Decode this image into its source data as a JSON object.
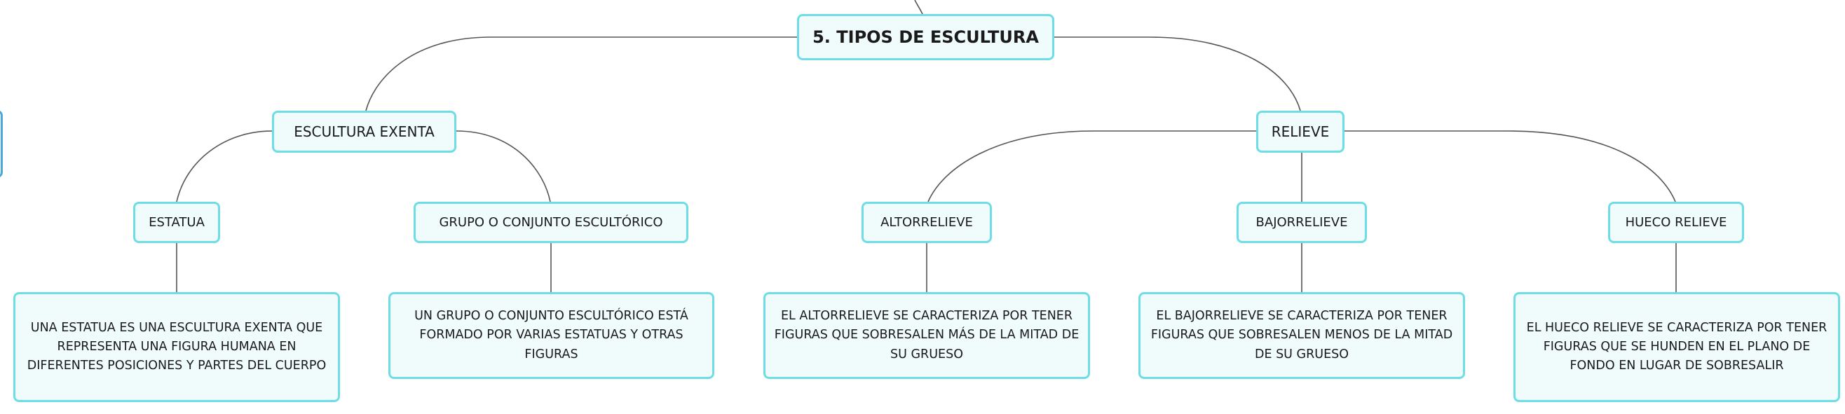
{
  "mindmap": {
    "root": {
      "label": "5. TIPOS DE ESCULTURA"
    },
    "branches": [
      {
        "label": "ESCULTURA EXENTA",
        "children": [
          {
            "label": "ESTATUA",
            "description": "UNA ESTATUA ES UNA ESCULTURA EXENTA QUE REPRESENTA UNA FIGURA HUMANA EN DIFERENTES POSICIONES Y PARTES DEL CUERPO"
          },
          {
            "label": "GRUPO O CONJUNTO ESCULTÓRICO",
            "description": "UN GRUPO O CONJUNTO ESCULTÓRICO ESTÁ FORMADO POR VARIAS ESTATUAS Y OTRAS FIGURAS"
          }
        ]
      },
      {
        "label": "RELIEVE",
        "children": [
          {
            "label": "ALTORRELIEVE",
            "description": "EL ALTORRELIEVE SE CARACTERIZA POR TENER FIGURAS QUE SOBRESALEN MÁS DE LA MITAD DE SU GRUESO"
          },
          {
            "label": "BAJORRELIEVE",
            "description": "EL BAJORRELIEVE SE CARACTERIZA POR TENER FIGURAS QUE SOBRESALEN MENOS DE LA MITAD DE SU GRUESO"
          },
          {
            "label": "HUECO RELIEVE",
            "description": "EL HUECO RELIEVE SE CARACTERIZA POR TENER FIGURAS QUE SE HUNDEN EN EL PLANO DE FONDO EN LUGAR DE SOBRESALIR"
          }
        ]
      }
    ]
  },
  "colors": {
    "node_border": "#6fdde6",
    "node_fill": "#f0fbfc",
    "connector": "#555555",
    "side_tab_border": "#4aa7d9"
  }
}
